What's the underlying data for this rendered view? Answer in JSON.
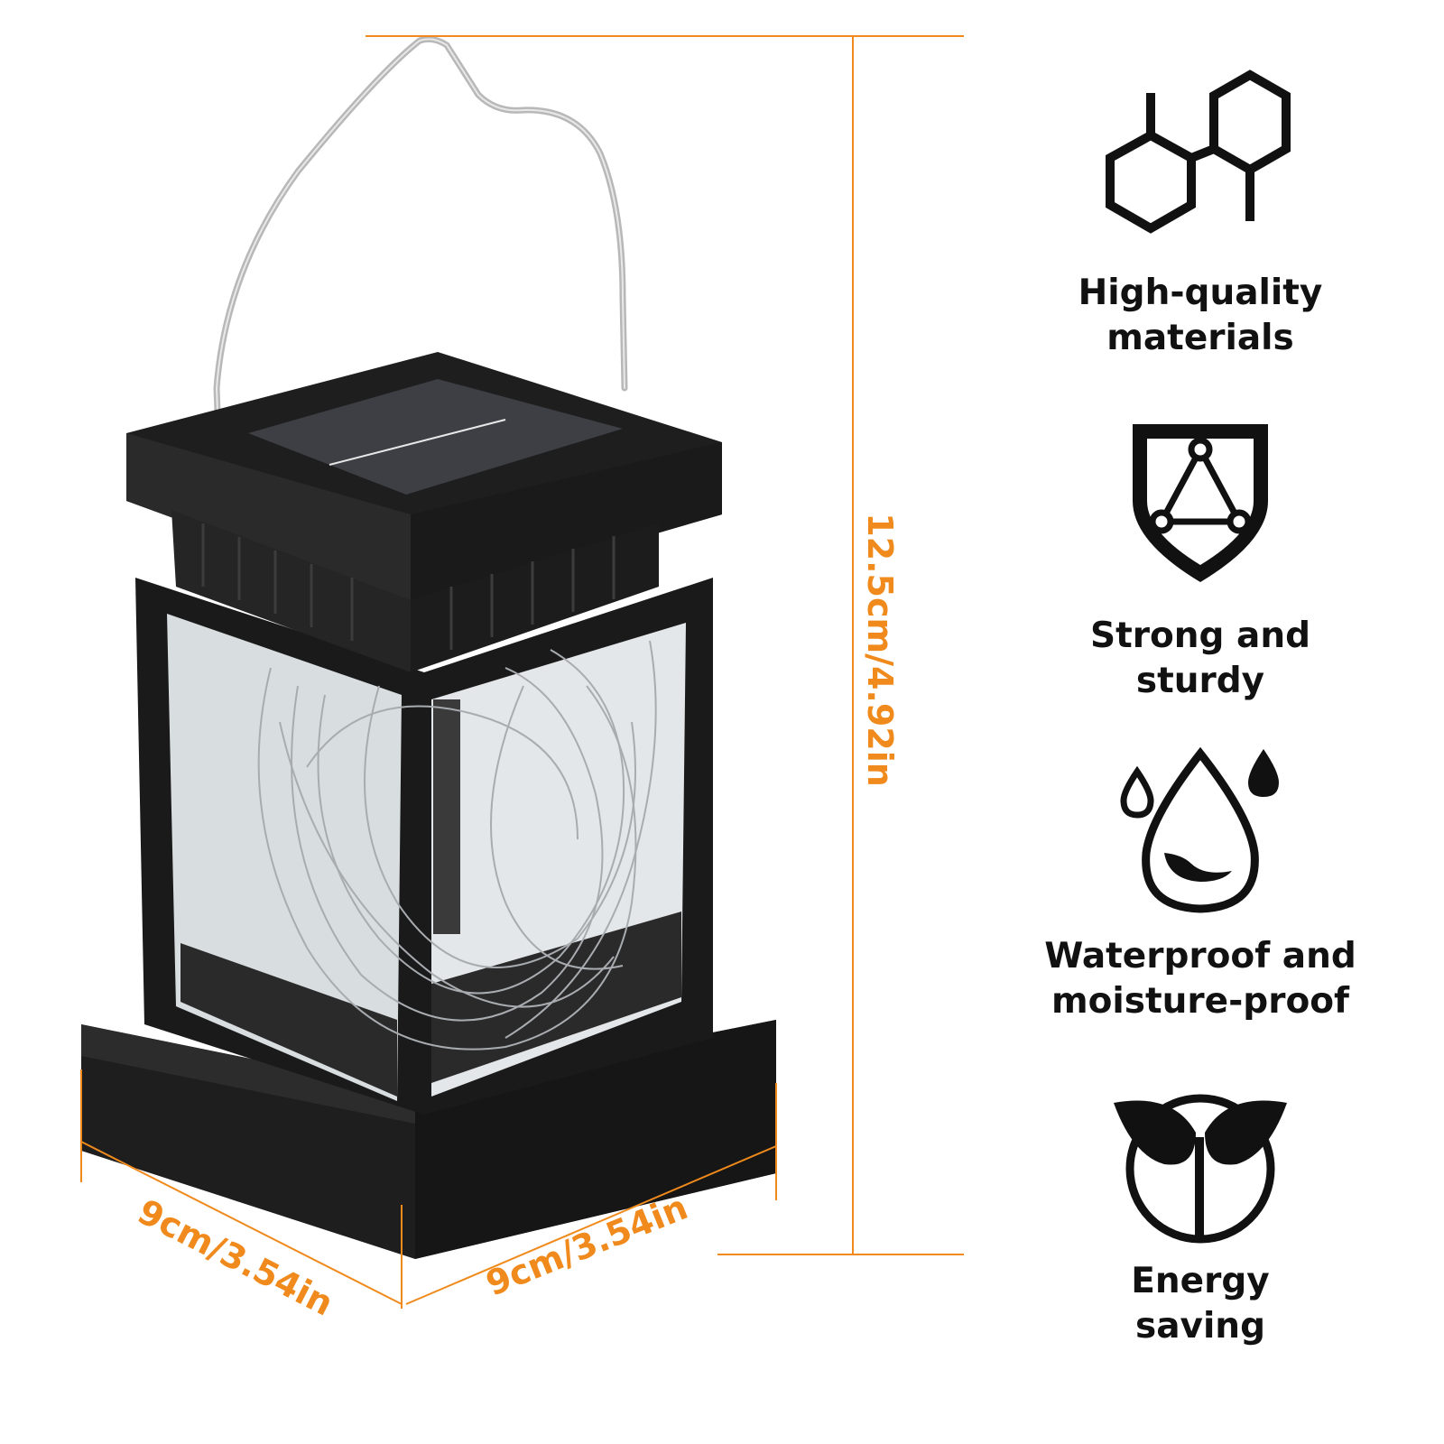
{
  "colors": {
    "dimension_line": "#f08a1c",
    "lantern_body": "#1e1e1e",
    "icon": "#111111",
    "background": "#ffffff"
  },
  "dimensions": {
    "height_label": "12.5cm/4.92in",
    "width_left_label": "9cm/3.54in",
    "width_right_label": "9cm/3.54in"
  },
  "features": [
    {
      "icon": "molecule-hexagon-icon",
      "line1": "High-quality",
      "line2": "materials"
    },
    {
      "icon": "shield-triangle-icon",
      "line1": "Strong and",
      "line2": "sturdy"
    },
    {
      "icon": "water-drop-icon",
      "line1": "Waterproof and",
      "line2": "moisture-proof"
    },
    {
      "icon": "leaf-sprout-icon",
      "line1": "Energy",
      "line2": "saving"
    }
  ]
}
